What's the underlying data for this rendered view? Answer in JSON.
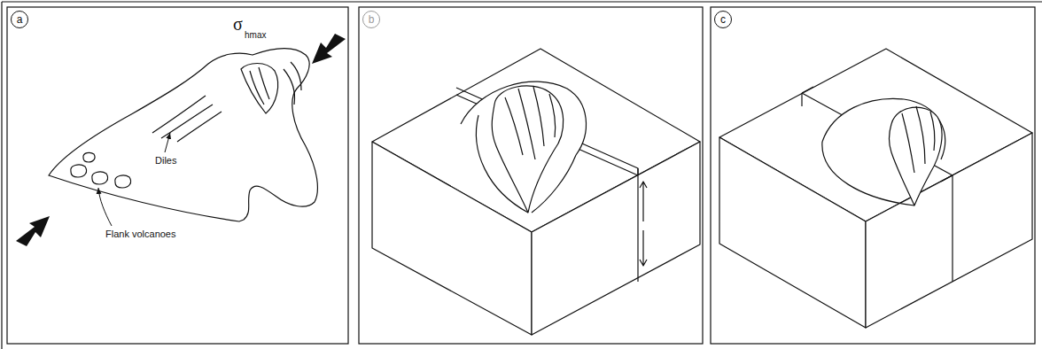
{
  "diagram": {
    "nodes": [
      {
        "text": [
          "a"
        ]
      },
      {
        "text": [
          "b"
        ]
      },
      {
        "text": [
          "c"
        ]
      }
    ],
    "labels": [
      "σ",
      "hmax",
      "Diles",
      "Flank volcanoes"
    ]
  }
}
